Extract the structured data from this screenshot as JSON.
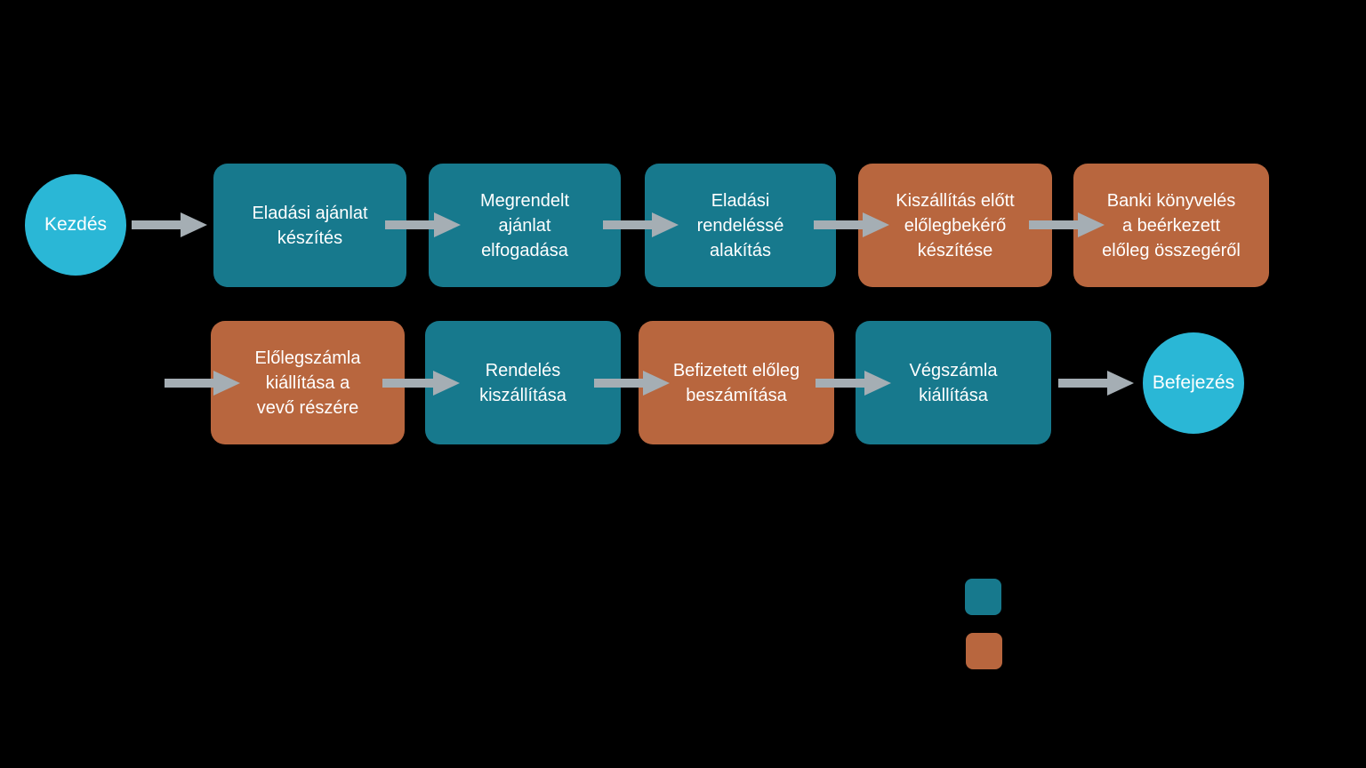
{
  "colors": {
    "teal": "#17798d",
    "orange": "#b8663e",
    "cyan": "#2ab7d6",
    "arrow_gray": "#a5aeb4",
    "text": "#ffffff",
    "background": "#000000"
  },
  "flowchart": {
    "start": {
      "label": "Kezdés",
      "color": "#2ab7d6"
    },
    "end": {
      "label": "Befejezés",
      "color": "#2ab7d6"
    },
    "steps": [
      {
        "label": "Eladási ajánlat\nkészítés",
        "color": "#17798d"
      },
      {
        "label": "Megrendelt\najánlat\nelfogadása",
        "color": "#17798d"
      },
      {
        "label": "Eladási\nrendeléssé\nalakítás",
        "color": "#17798d"
      },
      {
        "label": "Kiszállítás előtt\nelőlegbekérő\nkészítése",
        "color": "#b8663e"
      },
      {
        "label": "Banki könyvelés\na beérkezett\nelőleg összegéről",
        "color": "#b8663e"
      },
      {
        "label": "Előlegszámla\nkiállítása a\nvevő részére",
        "color": "#b8663e"
      },
      {
        "label": "Rendelés\nkiszállítása",
        "color": "#17798d"
      },
      {
        "label": "Befizetett előleg\nbeszámítása",
        "color": "#b8663e"
      },
      {
        "label": "Végszámla\nkiállítása",
        "color": "#17798d"
      }
    ],
    "legend": {
      "swatches": [
        {
          "name": "teal-swatch",
          "color": "#17798d"
        },
        {
          "name": "orange-swatch",
          "color": "#b8663e"
        }
      ]
    }
  }
}
